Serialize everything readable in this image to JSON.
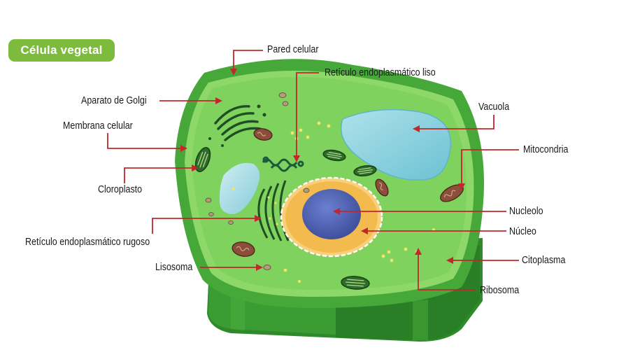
{
  "title": "Célula vegetal",
  "labels": {
    "pared_celular": "Pared celular",
    "reticulo_liso": "Retículo endoplasmático liso",
    "aparato_golgi": "Aparato de Golgi",
    "vacuola": "Vacuola",
    "membrana_celular": "Membrana celular",
    "mitocondria": "Mitocondria",
    "cloroplasto": "Cloroplasto",
    "nucleolo": "Nucleolo",
    "nucleo": "Núcleo",
    "reticulo_rugoso": "Retículo endoplasmático rugoso",
    "citoplasma": "Citoplasma",
    "lisosoma": "Lisosoma",
    "ribosoma": "Ribosoma"
  },
  "colors": {
    "title_bg": "#7dbb3c",
    "cell_wall_dark": "#3f9e34",
    "cell_wall_light": "#67c24d",
    "cytoplasm": "#7fd25e",
    "vacuole": "#8fd3df",
    "nucleus_ring": "#f3ba4e",
    "nucleolus": "#4a5cb0",
    "arrow": "#c1272d"
  }
}
